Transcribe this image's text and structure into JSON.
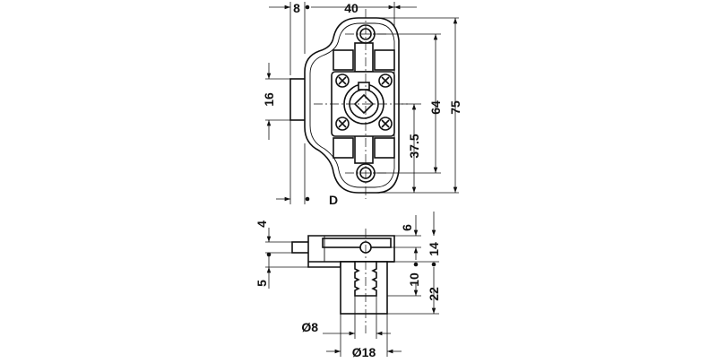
{
  "top_view": {
    "dim_width": "40",
    "dim_offset": "8",
    "dim_bolt_height": "16",
    "dim_hole_spacing": "64",
    "dim_total_height": "75",
    "dim_center_offset": "37.5",
    "label_depth": "D"
  },
  "side_view": {
    "dim_bolt_thickness": "4",
    "dim_bolt_offset": "5",
    "dim_top_hole": "6",
    "dim_body_height": "14",
    "dim_mid": "10",
    "dim_cylinder_length": "22",
    "dim_inner_diameter": "Ø8",
    "dim_outer_diameter": "Ø18"
  }
}
